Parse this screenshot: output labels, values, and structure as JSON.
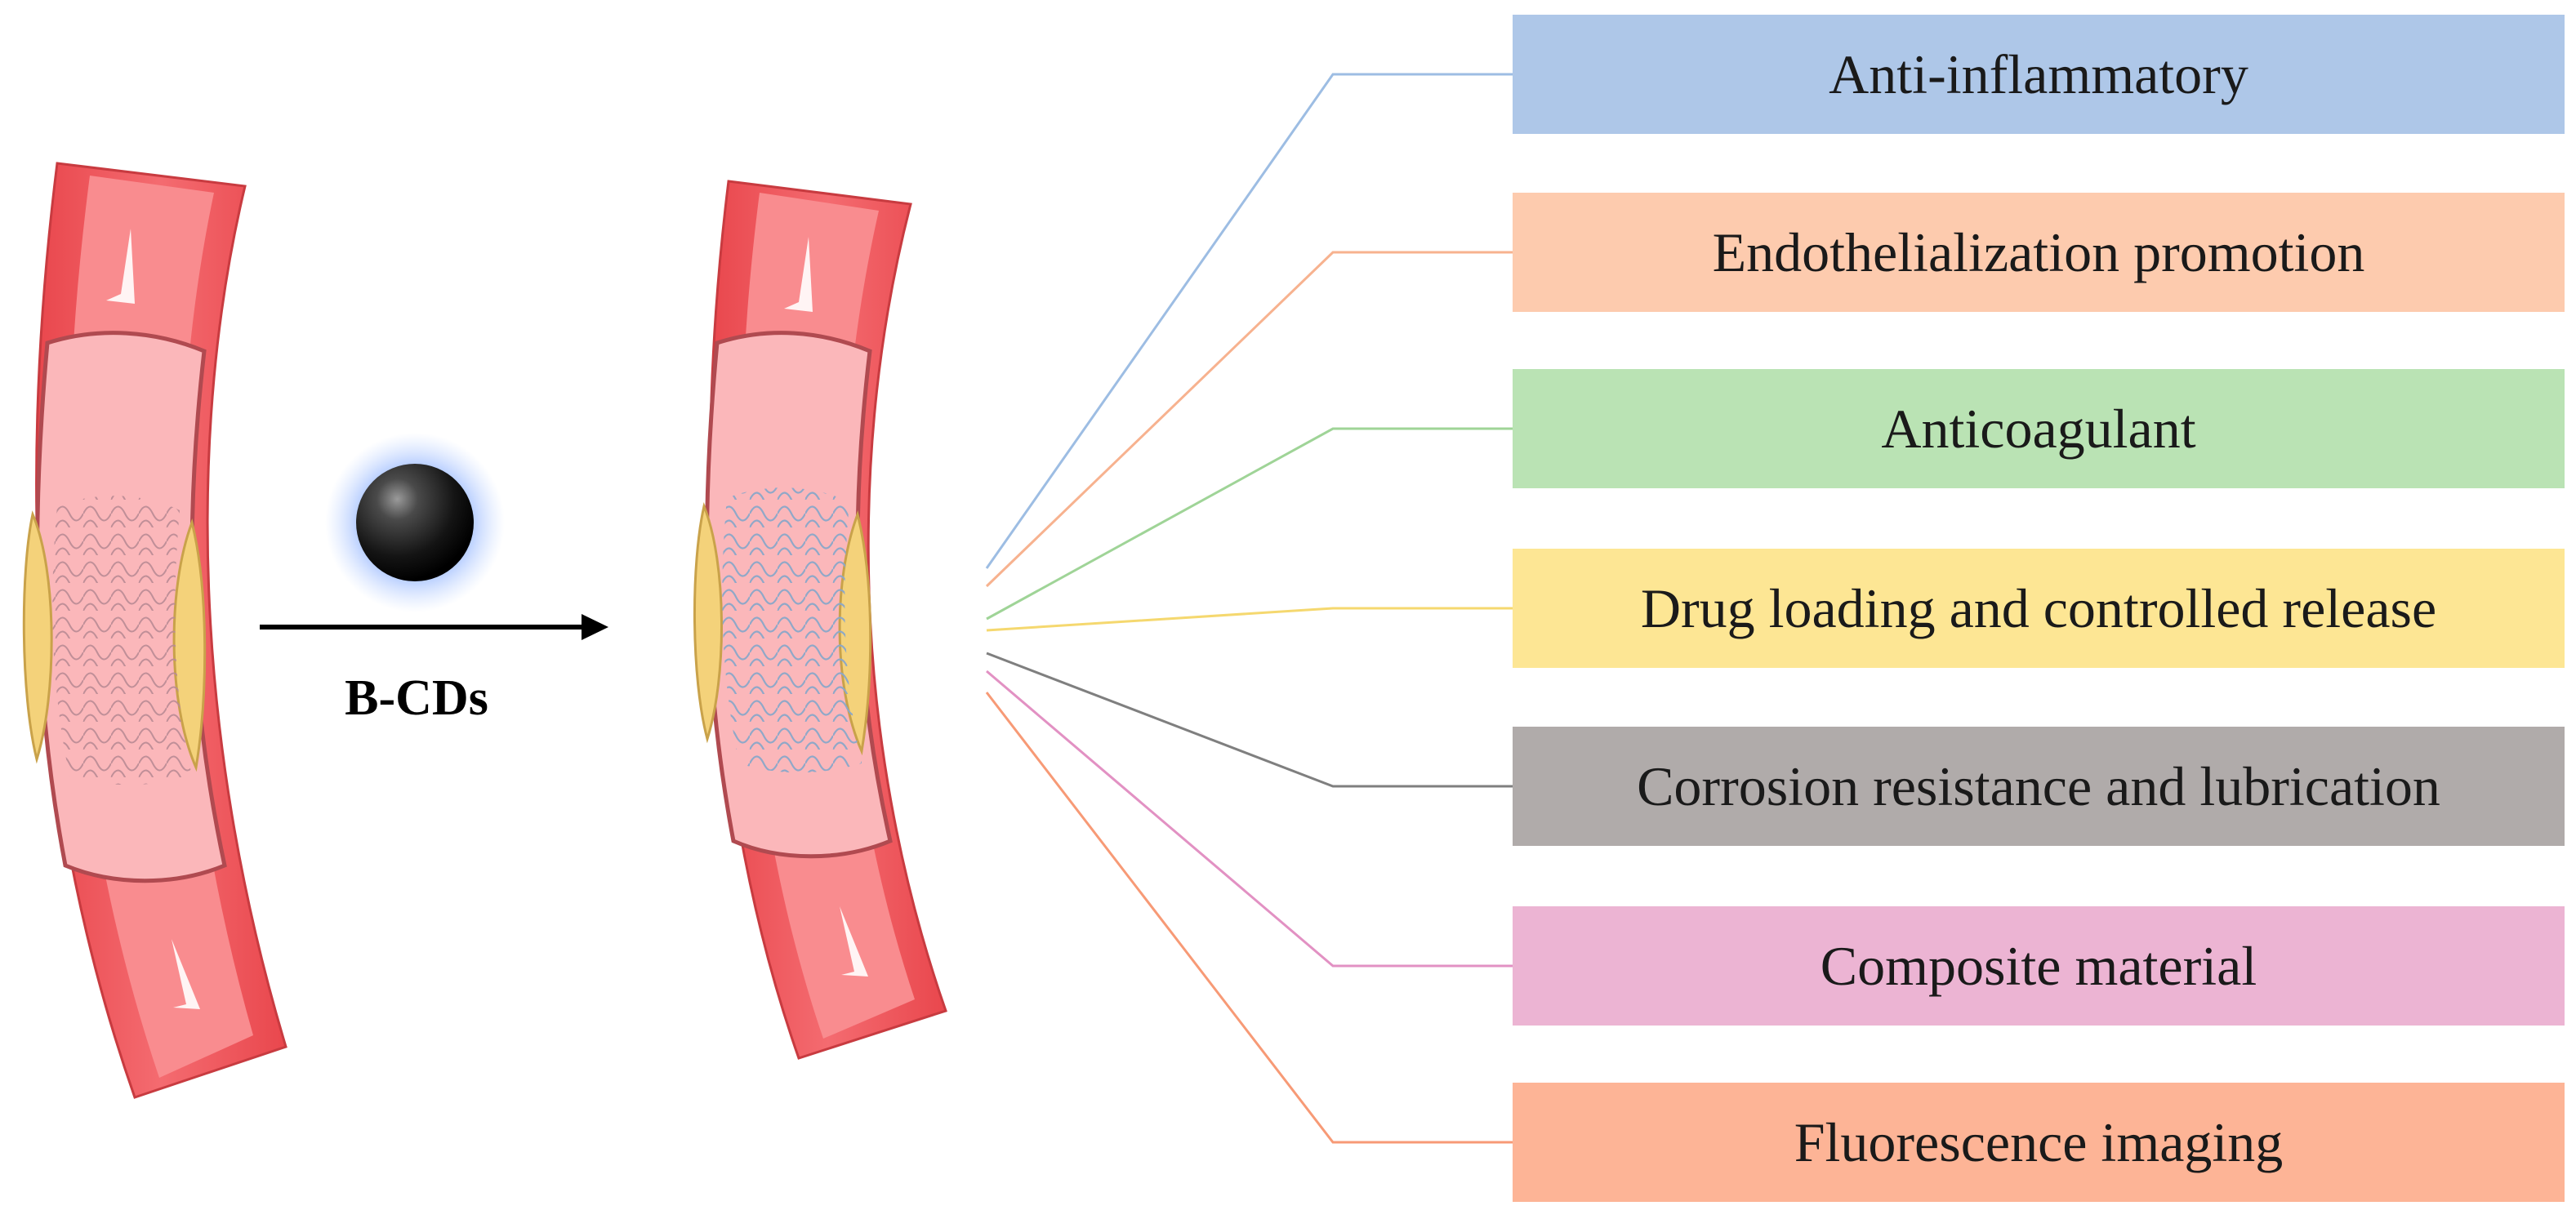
{
  "particle_label": "B-CDs",
  "properties": [
    {
      "label": "Anti-inflammatory",
      "color": "#aec7e8",
      "line_color": "#9dbde3"
    },
    {
      "label": "Endothelialization promotion",
      "color": "#fdcbae",
      "line_color": "#f7b28f"
    },
    {
      "label": "Anticoagulant",
      "color": "#bae3b4",
      "line_color": "#9fd497"
    },
    {
      "label": "Drug loading and controlled release",
      "color": "#fde694",
      "line_color": "#f5d86f"
    },
    {
      "label": "Corrosion resistance and lubrication",
      "color": "#b0abaa",
      "line_color": "#7f7f7f"
    },
    {
      "label": "Composite material",
      "color": "#ecb4d3",
      "line_color": "#e291c3"
    },
    {
      "label": "Fluorescence imaging",
      "color": "#fdb496",
      "line_color": "#f79a76"
    }
  ],
  "colors": {
    "vessel_outer": "#ee5f62",
    "vessel_inner": "#f98c8f",
    "lumen": "#fbb7ba",
    "plaque": "#f4d27a",
    "stent_mesh": "#b98a94",
    "stent_mesh_coated": "#8aa7c9"
  }
}
